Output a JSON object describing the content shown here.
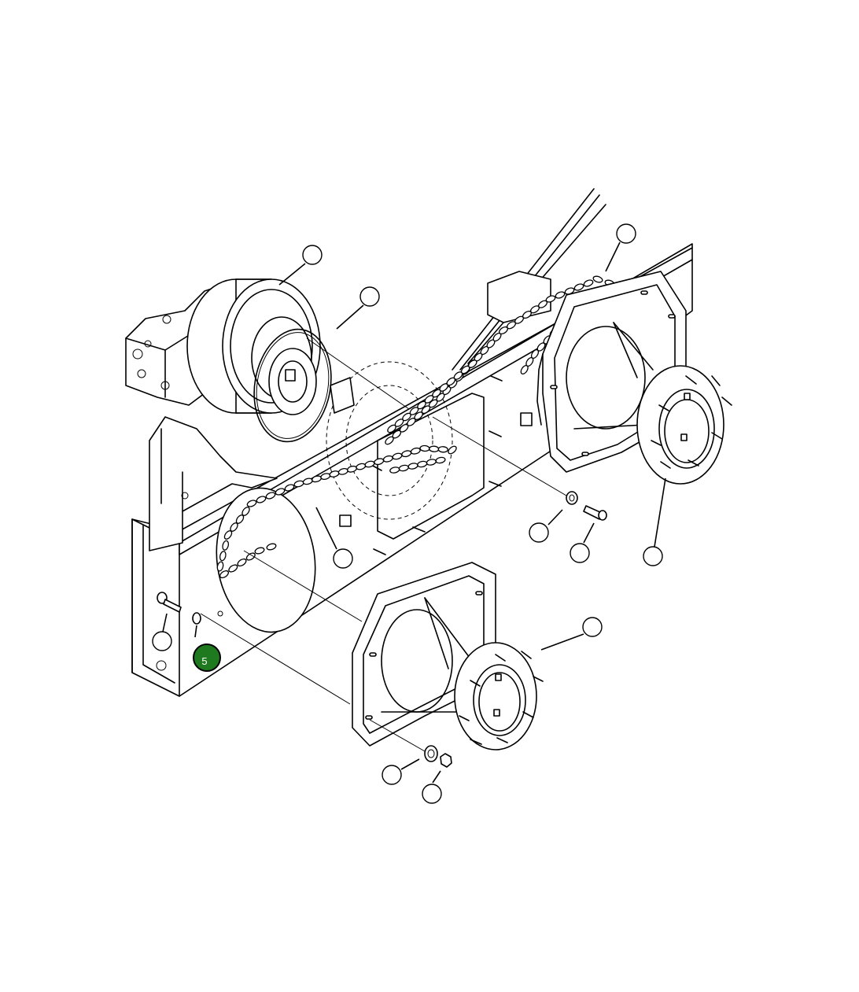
{
  "diagram": {
    "highlight_color": "#1f7a1f",
    "callouts": [
      {
        "id": "motor",
        "label": ""
      },
      {
        "id": "o-ring",
        "label": ""
      },
      {
        "id": "rear-chain",
        "label": ""
      },
      {
        "id": "front-chain",
        "label": ""
      },
      {
        "id": "washer-upper",
        "label": ""
      },
      {
        "id": "bolt-upper",
        "label": ""
      },
      {
        "id": "rear-axle-housing",
        "label": ""
      },
      {
        "id": "front-axle-housing",
        "label": ""
      },
      {
        "id": "bolt-left",
        "label": ""
      },
      {
        "id": "plug",
        "label": "5"
      },
      {
        "id": "washer-lower",
        "label": ""
      },
      {
        "id": "nut-lower",
        "label": ""
      }
    ]
  }
}
